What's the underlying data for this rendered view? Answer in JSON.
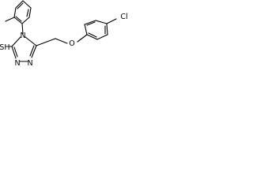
{
  "molecule": {
    "atoms": {
      "n_top": "N",
      "n_bottom_left": "N",
      "n_bottom_right": "N",
      "sh": "SH",
      "o": "O",
      "cl": "Cl"
    }
  }
}
